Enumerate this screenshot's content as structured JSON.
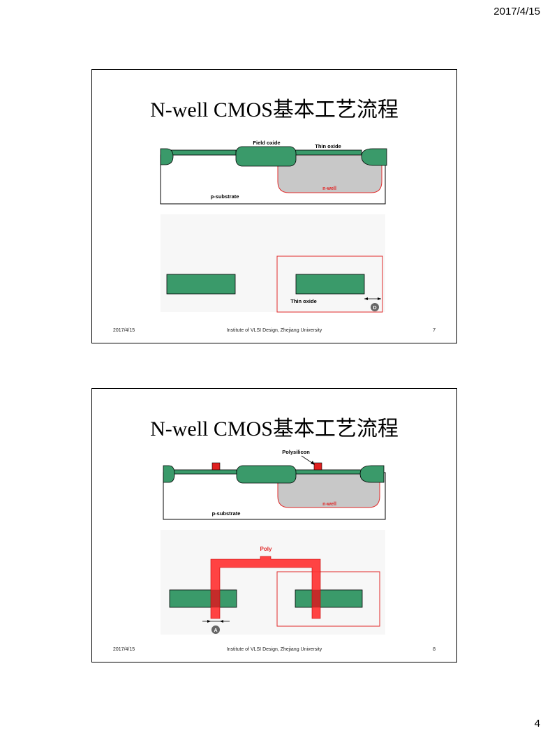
{
  "page": {
    "header_date": "2017/4/15",
    "page_number": "4"
  },
  "slides": [
    {
      "title": "N-well CMOS基本工艺流程",
      "labels": {
        "field_oxide": "Field oxide",
        "thin_oxide": "Thin oxide",
        "n_well": "n-well",
        "p_substrate": "p-substrate",
        "layout_thin_oxide": "Thin oxide",
        "marker": "D"
      },
      "footer": {
        "date": "2017/4/15",
        "institute": "Institute of VLSI Design, Zhejiang University",
        "number": "7"
      }
    },
    {
      "title": "N-well CMOS基本工艺流程",
      "labels": {
        "polysilicon": "Polysilicon",
        "n_well": "n-well",
        "p_substrate": "p-substrate",
        "poly": "Poly",
        "marker": "A"
      },
      "footer": {
        "date": "2017/4/15",
        "institute": "Institute of VLSI Design, Zhejiang University",
        "number": "8"
      }
    }
  ],
  "colors": {
    "active_green": "#3a9a6a",
    "nwell_red": "#e02828",
    "nwell_gray": "#c8c8c8",
    "poly_red": "#ff3333"
  }
}
